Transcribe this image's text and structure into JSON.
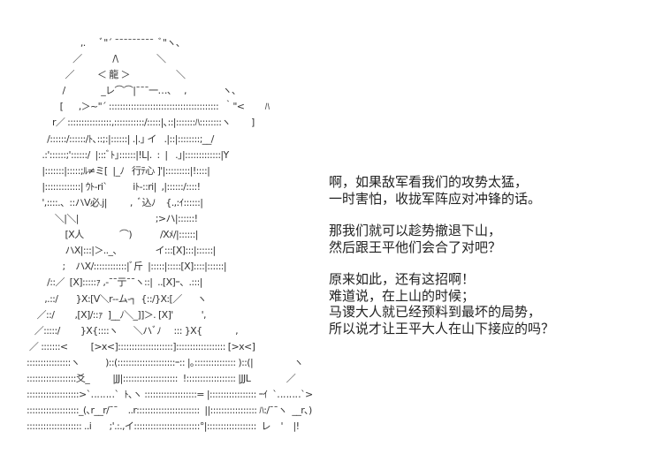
{
  "art": {
    "lines": [
      "                     ,.　  ﾞ\"´ ¯¯¯¯¯¯¯¯¯  ﾞ\"ヽ、",
      "                  ／            /\\               ＼",
      "               ／         ＜ 龍 ＞                  ＼",
      "              /              _レ⌒⌒|¯¯¯一…、   ,              ヽ、",
      "             [      ,＞~\"´ ::::::::::::::::::::::::::::::::::::::::  ｀\"<        ﾊ",
      "          r／ ::::::::::::::::,:::::::::::/:::::|､::|:::::::ﾊ::::::::ヽ        ]",
      "        /::::::/::::::/ﾄ､::;:|::::::| .|.｣ イ   .|::|::::::::;__/",
      "      .:'::::::;'::::::/  |:::ﾞﾄ｣::::::|!L|.  :  |   .｣|:::::::::::::|Y",
      "      |:::::::|:::::;ﾙ≠ミ[  |_ﾉ   行ﾃ心 ]'|:::::::::|!::::|",
      "      |:::::::::::::| ｳﾄ-ri`          iﾄ-::ri|  ,|::::::/::::!",
      "      ',::::.、::ハV必.j|         ,  ﾞ込ﾉ    {.,:ｲ::::::|",
      "           ＼|＼|                              ;>ハ|::::::!",
      "               [X人              ⌒)           /Xﾒ/|::::::|",
      "               ハX|:::|＞.._、             イ:::[X]:::|::::::|",
      "              ;    ハX/::::::::::::|ﾞ斤  |:::::|:::::[X]::::|::::::|",
      "        /::／  [X]:::::ｧ ,‐¯¯亍¯¯ヽ::|  ..[X]ｰ、.:::|",
      "       ,.::/       }X:[V＼r‐-ム-┐  {::/}X:[／      ヽ",
      "    ／::/        ,[X]/::ｧ  ]__ﾉ＼_]]＞. [X]'           ',",
      "   ／:::::/        }X{::::ヽ      ＼ハﾞﾉ     ::: }X{             ,",
      " ／ :::::::<         [>x<]::::::::::::::::::::]:::::::::::::::::: [>x<]",
      "::::::::::::::::ヽ          )::(:::::::::::::::::::::ｰ:: |｡::::::::::::::: )::(|                ヽ",
      "::::::::::::::::::爻_         |JJ|::::::::::::::::::::  !:::::::::::::::::: |JJL              ／",
      ":::::::::::::::::::>`‥‥‥‥`  ﾄ､ヽ :::::::::::::::::::= |::::::::::::::::: ｰｲ  `‥‥‥‥`>",
      ":::::::::::::::::::_(､r__r/¯¯    ..r:::::::::::::::::::::::  ||::::::::::::::::: ﾊ:/¯¯ヽ  __r､)",
      ":::::::::::::::::::: ..i       ;'.:.,イ::::::::::::::::::::::::°|::::::::::::::::::  レ    '    |!"
    ]
  },
  "dialogue": {
    "blocks": [
      {
        "lines": [
          "啊，如果敌军看我们的攻势太猛，",
          "一时害怕，收拢军阵应对冲锋的话。"
        ]
      },
      {
        "lines": [
          "那我们就可以趁势撤退下山，",
          "然后跟王平他们会合了对吧？"
        ]
      },
      {
        "lines": [
          "原来如此，还有这招啊！",
          "难道说，在上山的时候；",
          "马谡大人就已经预料到最坏的局势，",
          "所以说才让王平大人在山下接应的吗？"
        ]
      }
    ]
  },
  "colors": {
    "background": "#ffffff",
    "art_text": "#333333",
    "dialogue_text": "#222222"
  }
}
